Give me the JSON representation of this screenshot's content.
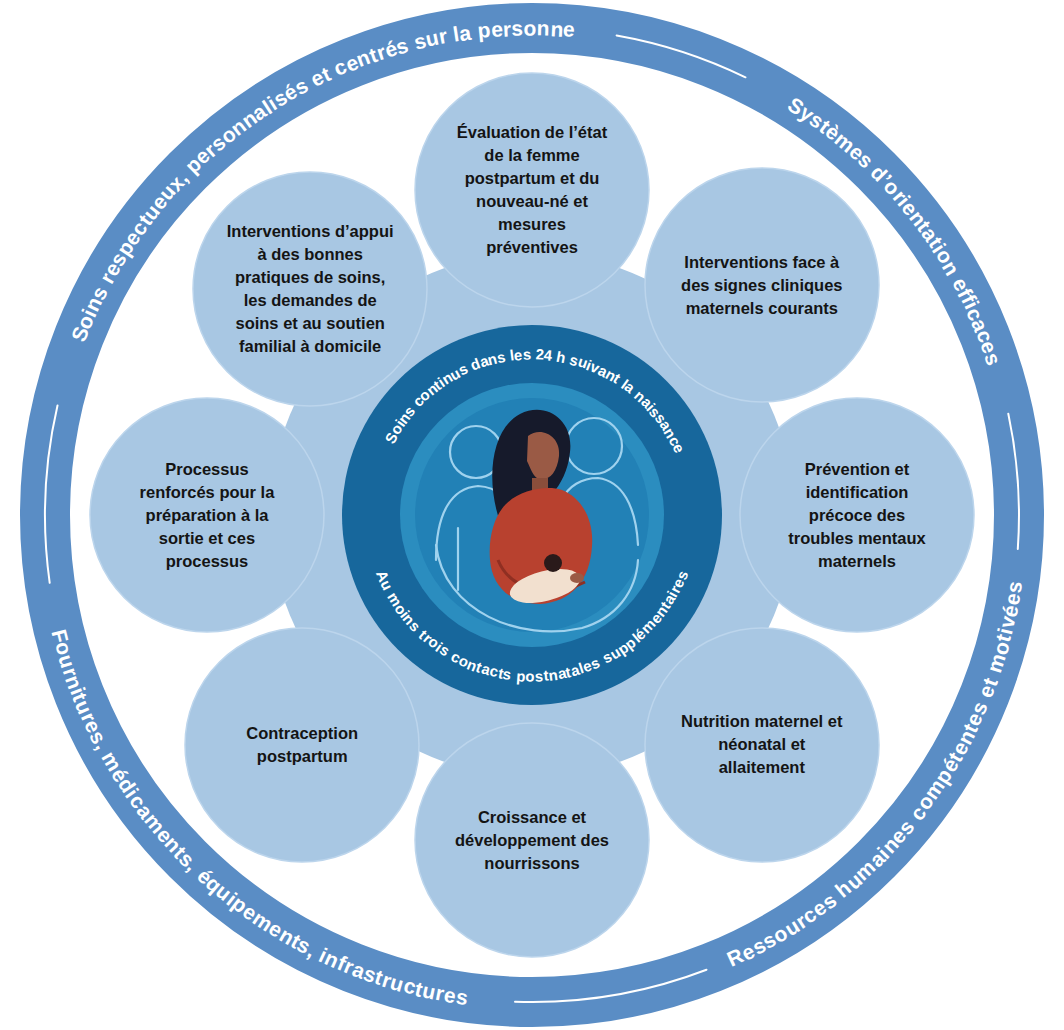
{
  "diagram": {
    "nodes": [
      {
        "text": [
          "Soins respectueux, personnalisés et centrés sur la personne",
          "Systèmes d’orientation efficaces",
          "Ressources humaines compétentes et motivées",
          "Fournitures, médicaments, équipements, infrastructures"
        ]
      },
      {
        "text": [
          "Soins continus dans les 24 h suivant la naissance",
          "Au moins trois contacts postnatales supplémentaires"
        ],
        "in": 0
      },
      {
        "text": [
          "Évaluation de l’état de la femme postpartum et du nouveau-né et mesures préventives"
        ],
        "in": 0
      },
      {
        "text": [
          "Interventions face à des signes cliniques maternels courants"
        ],
        "in": 0
      },
      {
        "text": [
          "Prévention et identification précoce des troubles mentaux maternels"
        ],
        "in": 0
      },
      {
        "text": [
          "Nutrition maternel et néonatal et allaitement"
        ],
        "in": 0
      },
      {
        "text": [
          "Croissance et développement des nourrissons"
        ],
        "in": 0
      },
      {
        "text": [
          "Contraception postpartum"
        ],
        "in": 0
      },
      {
        "text": [
          "Processus renforcés pour la préparation à la sortie et ces processus"
        ],
        "in": 0
      },
      {
        "text": [
          "Interventions d’appui à des bonnes pratiques de soins, les demandes de soins et au soutien familial à domicile"
        ],
        "in": 0
      }
    ]
  }
}
